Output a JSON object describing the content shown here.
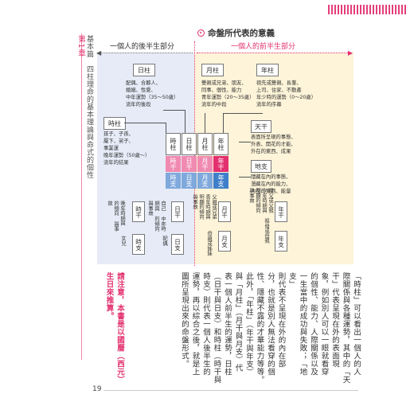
{
  "chapter": {
    "label": "第1章",
    "title": "基本篇　四柱理命的基本理論與命式的個性"
  },
  "title": "命盤所代表的意義",
  "headers": {
    "left": "一個人的後半生部分",
    "right": "一個人的前半生部分"
  },
  "pillars": {
    "day": {
      "label": "日柱",
      "note": "配偶、合夥人、\n婚姻、性愛、\n中年運勢（35〜50歲）\n流年的後段"
    },
    "month": {
      "label": "月柱",
      "note": "雙親或兄弟、朋友、\n同事、個性、能力\n青年運勢（20〜35歲）\n流年的中段"
    },
    "year": {
      "label": "年柱",
      "note": "祖先或雙親、長輩、\n上司、住家、不動產\n年少時的運勢（0〜20歲）\n流年的序幕"
    },
    "hour": {
      "label": "時柱",
      "note": "孩子、子孫、\n屬下、弟子、\n事業運\n晚年運勢（50歲〜）\n流年的結果"
    }
  },
  "tiangan": {
    "label": "天干",
    "note": "表面所呈現的事態、\n外表、開花的才能、\n外在的東西、成果"
  },
  "dizhi": {
    "label": "地支",
    "note": "隱藏在內的事態、\n潛藏在內的能力、\n內在的東西、能量"
  },
  "grid": {
    "names": [
      "時柱",
      "日柱",
      "月柱",
      "年柱"
    ],
    "stems": [
      "時干",
      "日干",
      "月干",
      "年干"
    ],
    "branches": [
      "時支",
      "日支",
      "月支",
      "年支"
    ]
  },
  "lower": {
    "hour_stem": {
      "label": "時干",
      "note": "晚年時期與\n的傾向\n與事故"
    },
    "hour_branch": {
      "label": "時支",
      "note": "女兒"
    },
    "day_stem": {
      "label": "日干",
      "note": "自己\n中年時期與\n的傾向\n與事故"
    },
    "day_branch": {
      "label": "日支",
      "note": "配偶"
    },
    "month_stem": {
      "label": "月干",
      "note": "父親或兄弟\n青年時期與\n明顯的傾向\n與事故"
    },
    "month_branch": {
      "label": "月支",
      "note": "母親或姊妹"
    },
    "year_stem": {
      "label": "年干",
      "note": "祖父或父親\n少年時期與\n明顯的傾向\n與事故"
    },
    "year_branch": {
      "label": "年支",
      "note": "祖母或母親"
    }
  },
  "body": [
    "「時柱」可以看出一個人的人",
    "際關係與各種運勢，其中的「天",
    "干」代表呈現在外的表面現",
    "象，例如別人可以一眼就看穿",
    "的個性、能力、人際關係以及",
    "一生當中的成功與失敗；「地支」",
    "則代表不呈現在外的內在部",
    "分，也就是別人無法看穿的個",
    "性、隱藏不露的才華能力等等。",
    "此外，「年柱」（年干與年支）",
    "與「月柱」（月干與月支）代",
    "表一個人前半生的運勢，日柱",
    "（日干與日支）和時柱（時干與",
    "時支）則代表一個人後半生的",
    "運勢，再以綜合之後，就是上",
    "圖所呈現出來的命盤形式。"
  ],
  "pink_note": [
    "請注意，本書是以國曆（西元）",
    "生日來推算。"
  ],
  "page_number": "19"
}
